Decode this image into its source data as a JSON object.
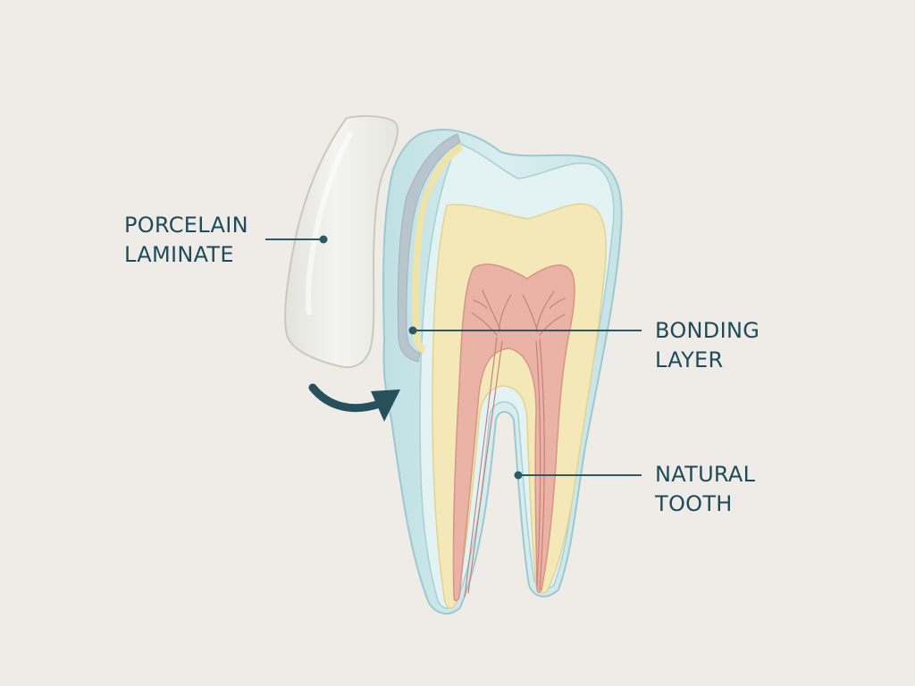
{
  "labels": {
    "porcelain_laminate": {
      "line1": "PORCELAIN",
      "line2": "LAMINATE"
    },
    "bonding_layer": {
      "line1": "BONDING",
      "line2": "LAYER"
    },
    "natural_tooth": {
      "line1": "NATURAL",
      "line2": "TOOTH"
    }
  },
  "colors": {
    "background": "#efebe7",
    "enamel": "#cfe8ea",
    "enamel_outline": "#9cc9cf",
    "dentin": "#f5e8b8",
    "pulp": "#eab3a6",
    "nerve": "#c47e74",
    "laminate": "#eeeee9",
    "bonding": "#b9c5cc",
    "label_text": "#1e4b59",
    "leader_line": "#2b5a66",
    "arrow": "#25505c"
  },
  "icons": {
    "arrow": "curved-arrow-icon"
  }
}
